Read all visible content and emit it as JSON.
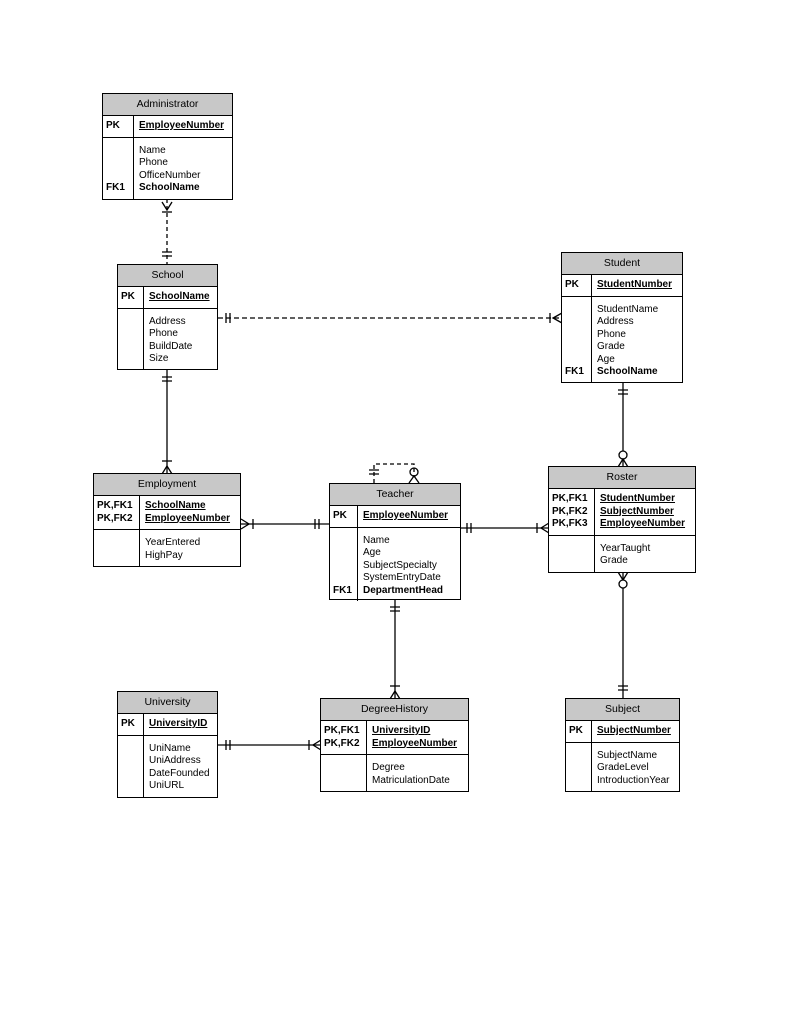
{
  "entities": {
    "administrator": {
      "title": "Administrator",
      "pk_keys": [
        "PK"
      ],
      "pk_fields": [
        "EmployeeNumber"
      ],
      "attributes": [
        "Name",
        "Phone",
        "OfficeNumber",
        "SchoolName"
      ],
      "attr_keys": [
        "",
        "",
        "",
        "FK1"
      ]
    },
    "school": {
      "title": "School",
      "pk_keys": [
        "PK"
      ],
      "pk_fields": [
        "SchoolName"
      ],
      "attributes": [
        "Address",
        "Phone",
        "BuildDate",
        "Size"
      ],
      "attr_keys": [
        "",
        "",
        "",
        ""
      ]
    },
    "student": {
      "title": "Student",
      "pk_keys": [
        "PK"
      ],
      "pk_fields": [
        "StudentNumber"
      ],
      "attributes": [
        "StudentName",
        "Address",
        "Phone",
        "Grade",
        "Age",
        "SchoolName"
      ],
      "attr_keys": [
        "",
        "",
        "",
        "",
        "",
        "FK1"
      ]
    },
    "employment": {
      "title": "Employment",
      "pk_keys": [
        "PK,FK1",
        "PK,FK2"
      ],
      "pk_fields": [
        "SchoolName",
        "EmployeeNumber"
      ],
      "attributes": [
        "YearEntered",
        "HighPay"
      ],
      "attr_keys": [
        "",
        ""
      ]
    },
    "teacher": {
      "title": "Teacher",
      "pk_keys": [
        "PK"
      ],
      "pk_fields": [
        "EmployeeNumber"
      ],
      "attributes": [
        "Name",
        "Age",
        "SubjectSpecialty",
        "SystemEntryDate",
        "DepartmentHead"
      ],
      "attr_keys": [
        "",
        "",
        "",
        "",
        "FK1"
      ]
    },
    "roster": {
      "title": "Roster",
      "pk_keys": [
        "PK,FK1",
        "PK,FK2",
        "PK,FK3"
      ],
      "pk_fields": [
        "StudentNumber",
        "SubjectNumber",
        "EmployeeNumber"
      ],
      "attributes": [
        "YearTaught",
        "Grade"
      ],
      "attr_keys": [
        "",
        ""
      ]
    },
    "university": {
      "title": "University",
      "pk_keys": [
        "PK"
      ],
      "pk_fields": [
        "UniversityID"
      ],
      "attributes": [
        "UniName",
        "UniAddress",
        "DateFounded",
        "UniURL"
      ],
      "attr_keys": [
        "",
        "",
        "",
        ""
      ]
    },
    "degreehistory": {
      "title": "DegreeHistory",
      "pk_keys": [
        "PK,FK1",
        "PK,FK2"
      ],
      "pk_fields": [
        "UniversityID",
        "EmployeeNumber"
      ],
      "attributes": [
        "Degree",
        "MatriculationDate"
      ],
      "attr_keys": [
        "",
        ""
      ]
    },
    "subject": {
      "title": "Subject",
      "pk_keys": [
        "PK"
      ],
      "pk_fields": [
        "SubjectNumber"
      ],
      "attributes": [
        "SubjectName",
        "GradeLevel",
        "IntroductionYear"
      ],
      "attr_keys": [
        "",
        "",
        ""
      ]
    }
  },
  "relationships": [
    {
      "from": "Administrator",
      "to": "School",
      "style": "dashed",
      "from_end": "one-or-many",
      "to_end": "exactly-one"
    },
    {
      "from": "School",
      "to": "Student",
      "style": "dashed",
      "from_end": "exactly-one",
      "to_end": "one-or-many"
    },
    {
      "from": "School",
      "to": "Employment",
      "style": "solid",
      "from_end": "exactly-one",
      "to_end": "one-or-many"
    },
    {
      "from": "Employment",
      "to": "Teacher",
      "style": "solid",
      "from_end": "one-or-many",
      "to_end": "exactly-one"
    },
    {
      "from": "Teacher",
      "to": "Teacher",
      "style": "dashed",
      "from_end": "exactly-one",
      "to_end": "zero-or-many"
    },
    {
      "from": "Teacher",
      "to": "Roster",
      "style": "solid",
      "from_end": "exactly-one",
      "to_end": "one-or-many"
    },
    {
      "from": "Student",
      "to": "Roster",
      "style": "solid",
      "from_end": "exactly-one",
      "to_end": "zero-or-many"
    },
    {
      "from": "Roster",
      "to": "Subject",
      "style": "solid",
      "from_end": "zero-or-many",
      "to_end": "exactly-one"
    },
    {
      "from": "Teacher",
      "to": "DegreeHistory",
      "style": "solid",
      "from_end": "exactly-one",
      "to_end": "one-or-many"
    },
    {
      "from": "University",
      "to": "DegreeHistory",
      "style": "solid",
      "from_end": "exactly-one",
      "to_end": "one-or-many"
    }
  ],
  "colors": {
    "header_fill": "#c8c8c8",
    "line": "#000000",
    "background": "#ffffff"
  }
}
